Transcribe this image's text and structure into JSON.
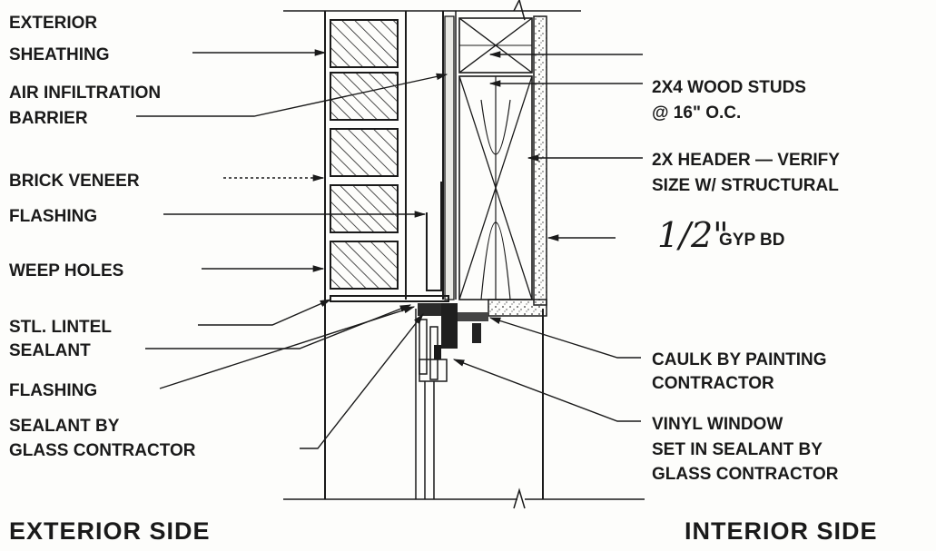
{
  "left_labels": {
    "exterior_sheathing": [
      "EXTERIOR",
      "SHEATHING"
    ],
    "air_infiltration_barrier": [
      "AIR INFILTRATION",
      "BARRIER"
    ],
    "brick_veneer": "BRICK VENEER",
    "flashing_upper": "FLASHING",
    "weep_holes": "WEEP HOLES",
    "steel_lintel": "STL. LINTEL",
    "sealant": "SEALANT",
    "flashing_lower": "FLASHING",
    "sealant_by_glass": [
      "SEALANT BY",
      "GLASS CONTRACTOR"
    ]
  },
  "right_labels": {
    "wood_studs": [
      "2X4 WOOD STUDS",
      "@ 16\" O.C."
    ],
    "header": [
      "2X HEADER — VERIFY",
      "SIZE W/ STRUCTURAL"
    ],
    "gyp_bd": {
      "handwritten": "1/2\"",
      "text": "GYP BD"
    },
    "caulk": [
      "CAULK BY PAINTING",
      "CONTRACTOR"
    ],
    "vinyl_window": [
      "VINYL WINDOW",
      "SET IN SEALANT BY",
      "GLASS CONTRACTOR"
    ]
  },
  "sides": {
    "exterior": "EXTERIOR SIDE",
    "interior": "INTERIOR SIDE"
  }
}
